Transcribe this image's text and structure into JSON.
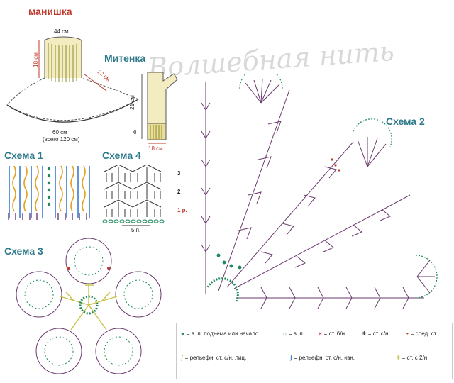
{
  "watermark": "Волшебная нить",
  "manishka": {
    "title": "манишка",
    "top_width": "44 см",
    "height": "18 см",
    "slant": "22 см",
    "bottom": "60 см",
    "bottom_total": "(всего 120 см)"
  },
  "mitenka": {
    "title": "Митенка",
    "height": "21 см",
    "cuff": "6",
    "width": "18 см"
  },
  "scheme1": {
    "title": "Схема 1"
  },
  "scheme4": {
    "title": "Схема 4",
    "rows": [
      "3",
      "2",
      "1 р."
    ],
    "repeat": "5 п."
  },
  "scheme3": {
    "title": "Схема 3"
  },
  "scheme2": {
    "title": "Схема 2"
  },
  "legend": {
    "items": [
      "= в. п. подъема или начало",
      "= в. п.",
      "= ст. б/н",
      "= ст. с/н",
      "= соед. ст.",
      "= рельефн. ст. с/н, лиц.",
      "= рельефн. ст. с/н, изн.",
      "= ст. с 2/н"
    ]
  },
  "colors": {
    "teal": "#2d7a8a",
    "green": "#1f8a5a",
    "yellow": "#c8c24a",
    "orange": "#e0a020",
    "blue": "#3a7bd5",
    "purple": "#6b3a6e",
    "red": "#c0392b"
  }
}
